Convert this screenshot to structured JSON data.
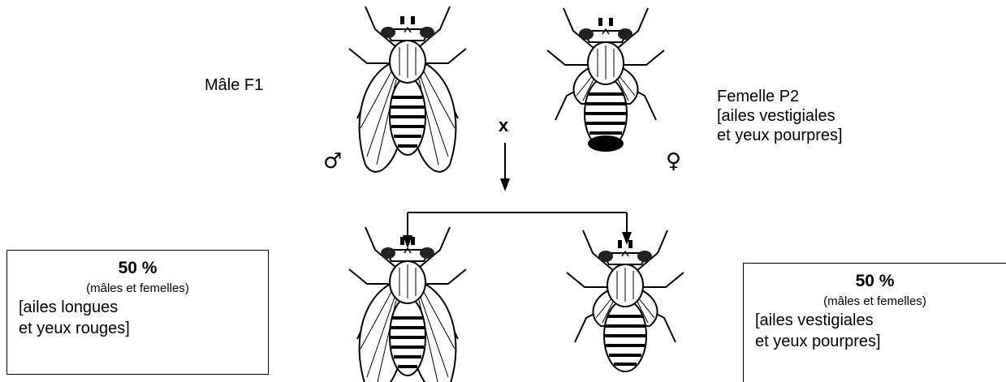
{
  "parents": {
    "male_label": "Mâle F1",
    "male_symbol": "♂",
    "female_label_line1": "Femelle P2",
    "female_label_line2": "[ailes vestigiales",
    "female_label_line3": "et yeux pourpres]",
    "female_symbol": "♀",
    "cross_symbol": "x"
  },
  "offspring": {
    "left": {
      "percent": "50 %",
      "sub": "(mâles et femelles)",
      "line1": "[ailes longues",
      "line2": "et yeux rouges]"
    },
    "right": {
      "percent": "50 %",
      "sub": "(mâles et femelles)",
      "line1": "[ailes vestigiales",
      "line2": "et yeux pourpres]"
    }
  },
  "colors": {
    "ink": "#000000",
    "background": "#ffffff"
  }
}
